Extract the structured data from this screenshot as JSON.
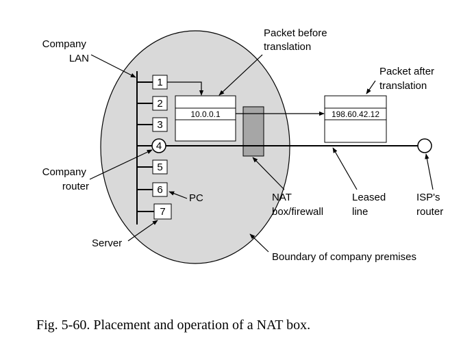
{
  "colors": {
    "premises_fill": "#d9d9d9",
    "nat_box_fill": "#a6a6a6",
    "stroke": "#000000"
  },
  "labels": {
    "company_lan": [
      "Company",
      "LAN"
    ],
    "packet_before": [
      "Packet before",
      "translation"
    ],
    "packet_after": [
      "Packet after",
      "translation"
    ],
    "company_router": [
      "Company",
      "router"
    ],
    "pc": "PC",
    "server": "Server",
    "nat": [
      "NAT",
      "box/firewall"
    ],
    "leased_line": [
      "Leased",
      "line"
    ],
    "isp_router": [
      "ISP's",
      "router"
    ],
    "boundary": "Boundary of company premises"
  },
  "hosts": [
    "1",
    "2",
    "3",
    "4",
    "5",
    "6",
    "7"
  ],
  "packets": {
    "before_address": "10.0.0.1",
    "after_address": "198.60.42.12"
  },
  "caption": "Fig. 5-60. Placement and operation of a NAT box."
}
